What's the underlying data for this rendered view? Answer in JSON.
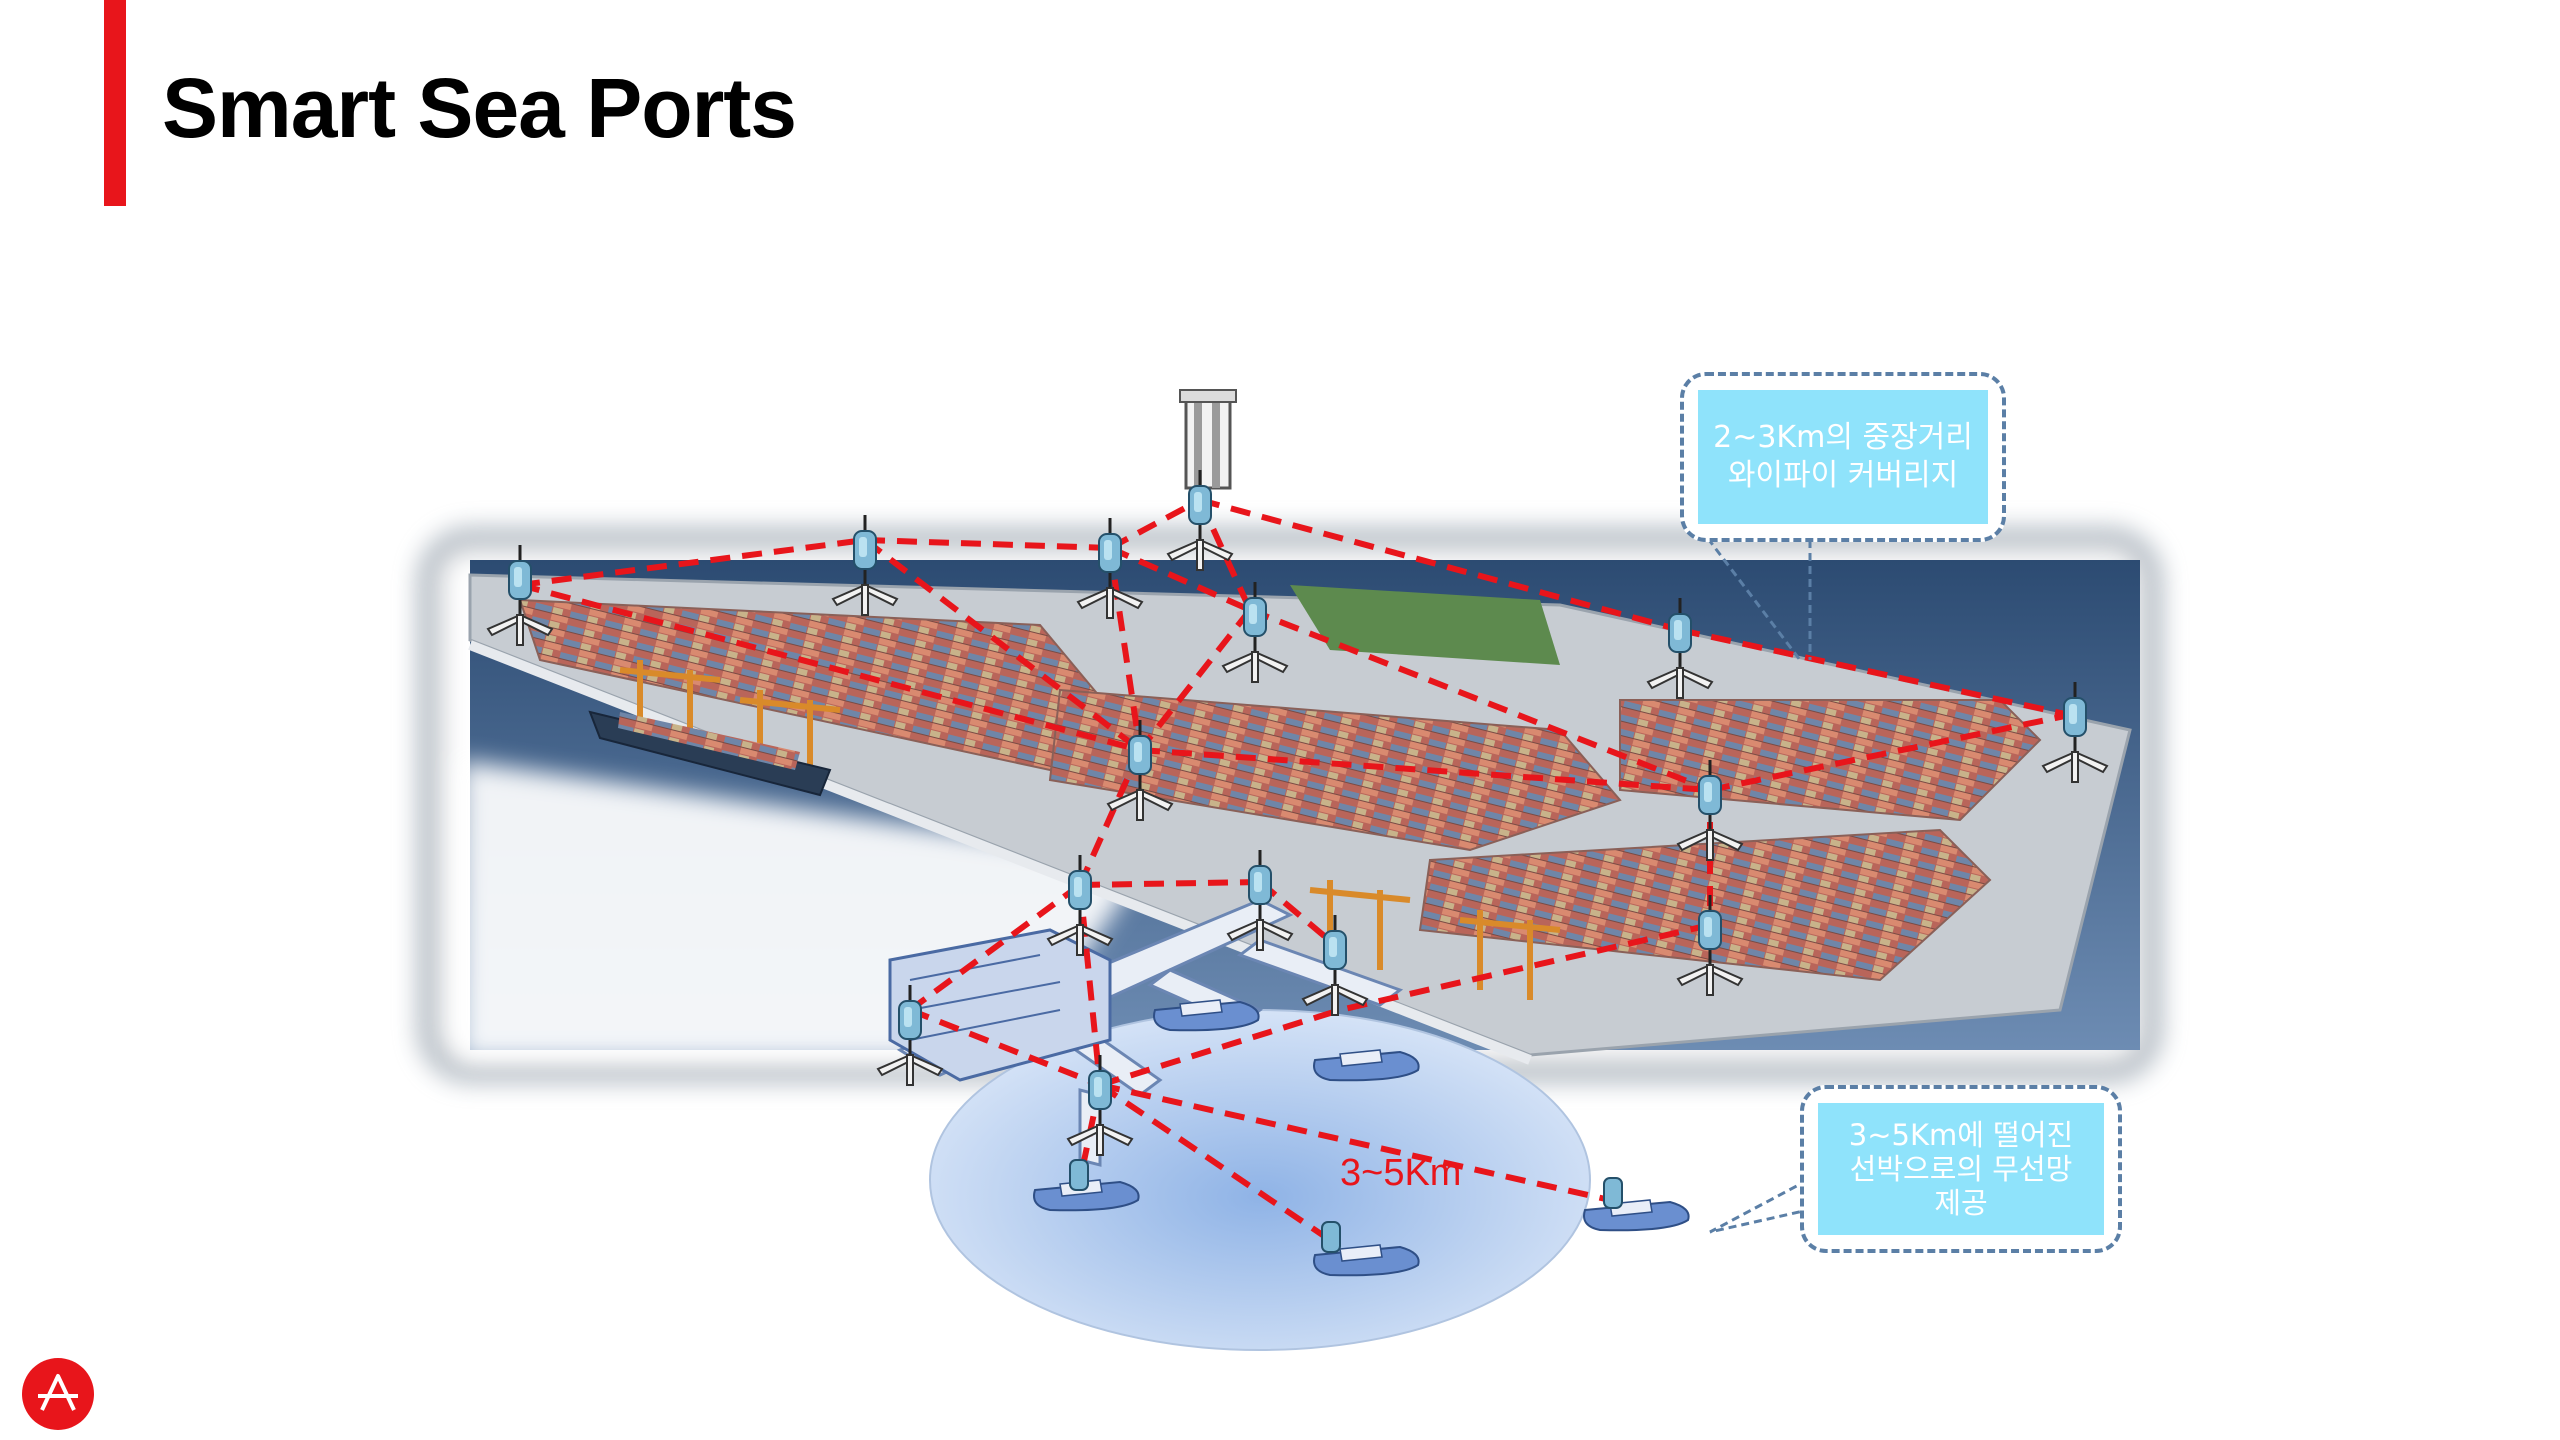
{
  "title": "Smart Sea Ports",
  "callouts": {
    "wifi_coverage": {
      "line1": "2~3Km의 중장거리",
      "line2": "와이파이 커버리지"
    },
    "ship_network": {
      "line1": "3~5Km에 떨어진",
      "line2": "선박으로의 무선망",
      "line3": "제공"
    }
  },
  "range_label": "3~5Km",
  "colors": {
    "accent": "#e8151b",
    "link_dash": "#e8151b",
    "callout_fill": "#8fe3fb",
    "callout_border": "#5b7fa6",
    "sea": "#3d5f86",
    "coverage_zone": "#b9cfee"
  },
  "icons": {
    "logo": "circle-a-logo-icon",
    "mesh_node": "wireless-mesh-node-icon",
    "tower": "cell-tower-icon",
    "ship": "ship-icon"
  }
}
